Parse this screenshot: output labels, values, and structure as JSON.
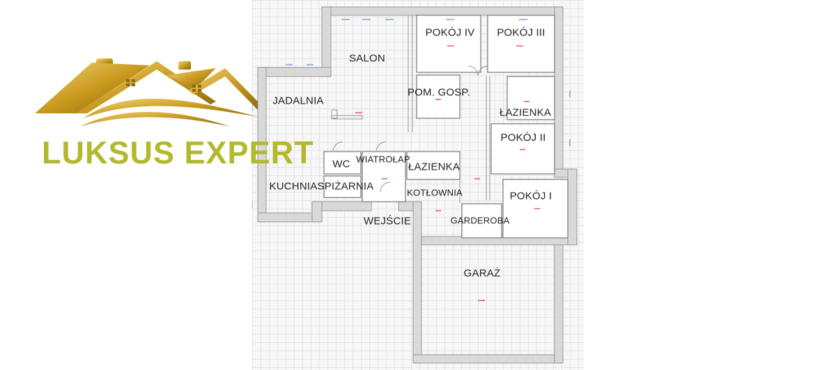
{
  "brand": {
    "name": "LUKSUS EXPERT",
    "color": "#b3b92c",
    "roof_color": "#d4a62a"
  },
  "floor_plan": {
    "rooms": {
      "salon": "SALON",
      "pokoj_iv": "POKÓJ IV",
      "pokoj_iii": "POKÓJ III",
      "pom_gosp": "POM. GOSP.",
      "jadalnia": "JADALNIA",
      "lazienka_1": "ŁAZIENKA",
      "pokoj_ii": "POKÓJ II",
      "wc": "WC",
      "wiatrolap": "WIATROŁAP",
      "lazienka_2": "ŁAZIENKA",
      "kuchnia": "KUCHNIA",
      "spizarnia": "SPIŻARNIA",
      "kotlownia": "KOTŁOWNIA",
      "pokoj_i": "POKÓJ I",
      "wejscie": "WEJŚCIE",
      "garderoba": "GARDEROBA",
      "garaz": "GARAŻ"
    },
    "wall_color": "#d6d6d6"
  }
}
